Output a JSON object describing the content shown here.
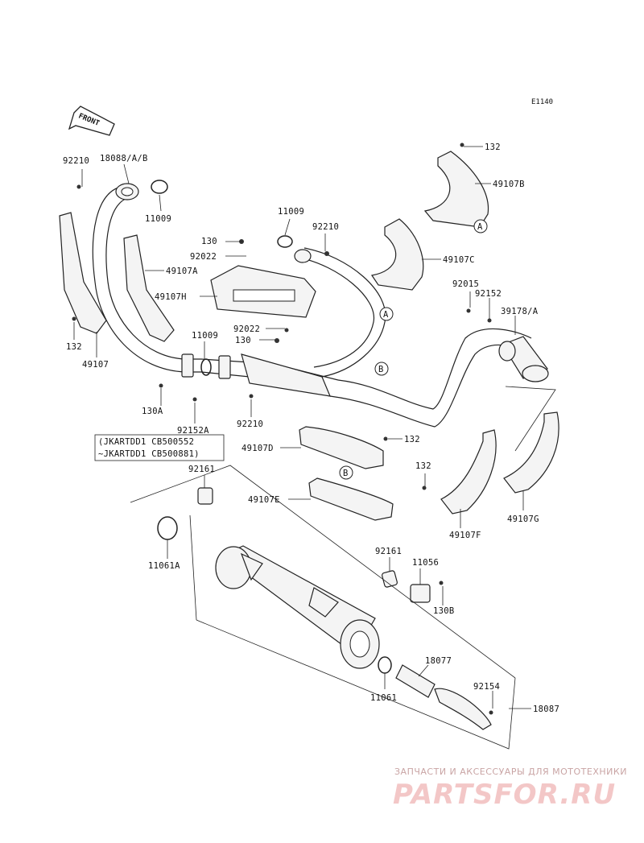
{
  "diagram": {
    "code": "E1140",
    "front_label": "FRONT",
    "parts": [
      {
        "id": "p132a",
        "text": "132"
      },
      {
        "id": "p49107b",
        "text": "49107B"
      },
      {
        "id": "pA1",
        "text": "A"
      },
      {
        "id": "p92210a",
        "text": "92210"
      },
      {
        "id": "p18088",
        "text": "18088/A/B"
      },
      {
        "id": "p11009a",
        "text": "11009"
      },
      {
        "id": "p11009b",
        "text": "11009"
      },
      {
        "id": "p92210b",
        "text": "92210"
      },
      {
        "id": "p130a",
        "text": "130"
      },
      {
        "id": "p92022a",
        "text": "92022"
      },
      {
        "id": "p49107a",
        "text": "49107A"
      },
      {
        "id": "p49107c",
        "text": "49107C"
      },
      {
        "id": "p49107h",
        "text": "49107H"
      },
      {
        "id": "p92015",
        "text": "92015"
      },
      {
        "id": "p92152",
        "text": "92152"
      },
      {
        "id": "p39178",
        "text": "39178/A"
      },
      {
        "id": "pA2",
        "text": "A"
      },
      {
        "id": "p92022b",
        "text": "92022"
      },
      {
        "id": "p130b",
        "text": "130"
      },
      {
        "id": "p132b",
        "text": "132"
      },
      {
        "id": "p11009c",
        "text": "11009"
      },
      {
        "id": "p49107",
        "text": "49107"
      },
      {
        "id": "pB1",
        "text": "B"
      },
      {
        "id": "p130A",
        "text": "130A"
      },
      {
        "id": "p92210c",
        "text": "92210"
      },
      {
        "id": "p92152A",
        "text": "92152A"
      },
      {
        "id": "p49107d",
        "text": "49107D"
      },
      {
        "id": "p132c",
        "text": "132"
      },
      {
        "id": "pB2",
        "text": "B"
      },
      {
        "id": "p92161a",
        "text": "92161"
      },
      {
        "id": "p132d",
        "text": "132"
      },
      {
        "id": "p49107e",
        "text": "49107E"
      },
      {
        "id": "p49107f",
        "text": "49107F"
      },
      {
        "id": "p49107g",
        "text": "49107G"
      },
      {
        "id": "p11061A",
        "text": "11061A"
      },
      {
        "id": "p92161b",
        "text": "92161"
      },
      {
        "id": "p11056",
        "text": "11056"
      },
      {
        "id": "p130B",
        "text": "130B"
      },
      {
        "id": "p18077",
        "text": "18077"
      },
      {
        "id": "p92154",
        "text": "92154"
      },
      {
        "id": "p11061",
        "text": "11061"
      },
      {
        "id": "p18087",
        "text": "18087"
      }
    ],
    "serial_note": {
      "line1": "(JKARTDD1 CB500552",
      "line2": "~JKARTDD1 CB500881)"
    }
  },
  "watermark": {
    "tagline": "ЗАПЧАСТИ И АКСЕССУАРЫ ДЛЯ МОТОТЕХНИКИ",
    "logo": "PARTSFOR.RU"
  }
}
